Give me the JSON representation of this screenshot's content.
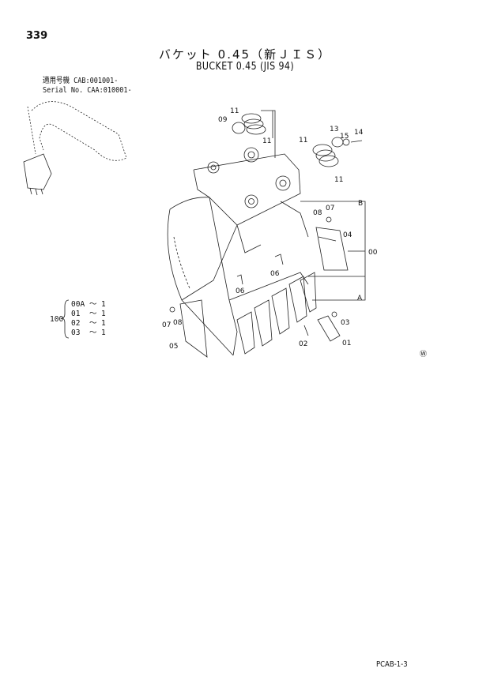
{
  "page": {
    "number": "339",
    "title_jp": "バケット 0.45（新ＪＩＳ）",
    "title_en": "BUCKET 0.45 (JIS 94)",
    "serial_line1": "適用号機  CAB:001001-",
    "serial_line2": "Serial No. CAA:010001-",
    "footer_code": "PCAB-1-3",
    "mark": "Ⓦ"
  },
  "callouts": {
    "c11a": "11",
    "c09": "09",
    "c11b": "11",
    "c13": "13",
    "c14": "14",
    "c15": "15",
    "c11c": "11",
    "c11d": "11",
    "cB": "B",
    "c08a": "08",
    "c07a": "07",
    "c04": "04",
    "c00": "00",
    "c06a": "06",
    "cA": "A",
    "c06b": "06",
    "c03": "03",
    "c02": "02",
    "c01": "01",
    "c07b": "07",
    "c08b": "08",
    "c05": "05"
  },
  "quantity_table": {
    "group": "100",
    "rows": [
      {
        "part": "00A",
        "sep": "～",
        "qty": "1"
      },
      {
        "part": "01",
        "sep": "～",
        "qty": "1"
      },
      {
        "part": "02",
        "sep": "～",
        "qty": "1"
      },
      {
        "part": "03",
        "sep": "～",
        "qty": "1"
      }
    ]
  }
}
